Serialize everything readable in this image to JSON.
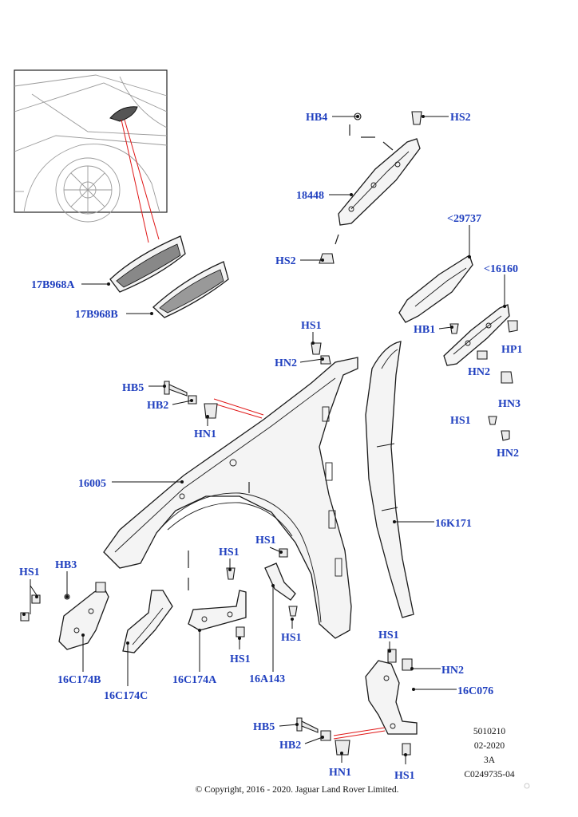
{
  "labels": {
    "hb4_top": "HB4",
    "hs2_top": "HS2",
    "p18448": "18448",
    "hs2_mid": "HS2",
    "p29737": "<29737",
    "p16160": "<16160",
    "hb1": "HB1",
    "hp1": "HP1",
    "hn2_r1": "HN2",
    "hn3": "HN3",
    "hs1_r": "HS1",
    "hn2_r2": "HN2",
    "p17b968a": "17B968A",
    "p17b968b": "17B968B",
    "hs1_top": "HS1",
    "hn2_top": "HN2",
    "hb5_top": "HB5",
    "hb2_top": "HB2",
    "hn1_top": "HN1",
    "p16005": "16005",
    "p16k171": "16K171",
    "hs1_left": "HS1",
    "hb3": "HB3",
    "hs1_mid": "HS1",
    "hs1_c": "HS1",
    "hs1_c2": "HS1",
    "hs1_b": "HS1",
    "p16c174b": "16C174B",
    "p16c174c": "16C174C",
    "p16c174a": "16C174A",
    "p16a143": "16A143",
    "hs1_br": "HS1",
    "hn2_br": "HN2",
    "p16c076": "16C076",
    "hb5_bot": "HB5",
    "hb2_bot": "HB2",
    "hn1_bot": "HN1",
    "hs1_bot": "HS1"
  },
  "meta": {
    "line1": "5010210",
    "line2": "02-2020",
    "line3": "3A",
    "line4": "C0249735-04"
  },
  "copyright": "© Copyright, 2016 - 2020. Jaguar Land Rover Limited.",
  "colors": {
    "label": "#1f3fbf",
    "callout": "#e01818",
    "line": "#1a1a1a"
  }
}
